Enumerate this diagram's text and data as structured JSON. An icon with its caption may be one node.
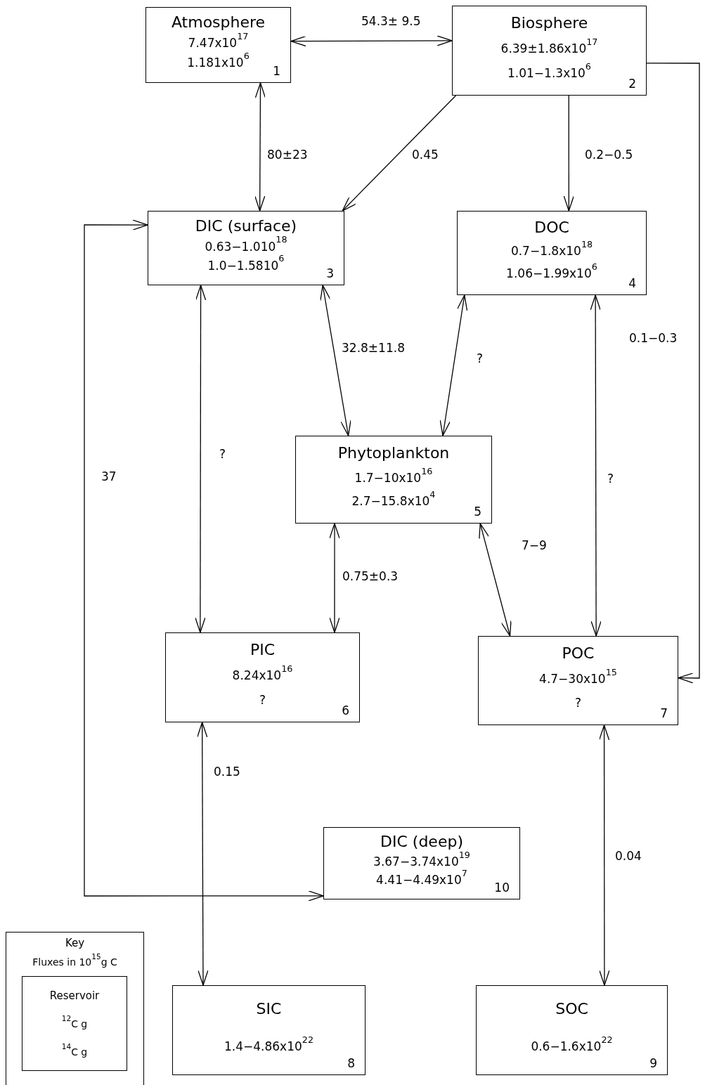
{
  "diagram": {
    "nodes": [
      {
        "text": [
          "Atmosphere",
          "7.47x10$^{17}$",
          "1.181x10$^{6}$",
          "1"
        ]
      },
      {
        "text": [
          "Biosphere",
          "6.39±1.86x10$^{17}$",
          "1.01−1.3x10$^{6}$",
          "2"
        ]
      },
      {
        "text": [
          "DIC (surface)",
          "0.63−1.010$^{18}$",
          "1.0−1.5810$^{6}$",
          "3"
        ]
      },
      {
        "text": [
          "DOC",
          "0.7−1.8x10$^{18}$",
          "1.06−1.99x10$^{6}$",
          "4"
        ]
      },
      {
        "text": [
          "Phytoplankton",
          "1.7−10x10$^{16}$",
          "2.7−15.8x10$^{4}$",
          "5"
        ]
      },
      {
        "text": [
          "PIC",
          "8.24x10$^{16}$",
          "?",
          "6"
        ]
      },
      {
        "text": [
          "POC",
          "4.7−30x10$^{15}$",
          "?",
          "7"
        ]
      },
      {
        "text": [
          "DIC (deep)",
          "3.67−3.74x10$^{19}$",
          "4.41−4.49x10$^{7}$",
          "10"
        ]
      },
      {
        "text": [
          "SIC",
          "1.4−4.86x10$^{22}$",
          "8"
        ]
      },
      {
        "text": [
          "SOC",
          "0.6−1.6x10$^{22}$",
          "9"
        ]
      },
      {
        "text": [
          "Key",
          "Fluxes in 10$^{15}$g C"
        ]
      },
      {
        "text": [
          "Reservoir",
          "$^{12}$C g",
          "$^{14}$C g"
        ],
        "in": 10
      }
    ],
    "edges": [
      {
        "from": 0,
        "to": 1,
        "arrow": "both",
        "label": "54.3± 9.5"
      },
      {
        "from": 0,
        "to": 2,
        "arrow": "both",
        "label": "80±23"
      },
      {
        "from": 1,
        "to": 2,
        "arrow": "to",
        "label": "0.45"
      },
      {
        "from": 1,
        "to": 3,
        "arrow": "to",
        "label": "0.2−0.5"
      },
      {
        "from": 1,
        "to": 6,
        "arrow": "to",
        "label": "0.1−0.3"
      },
      {
        "from": 2,
        "to": 4,
        "arrow": "both",
        "label": "32.8±11.8"
      },
      {
        "from": 3,
        "to": 4,
        "arrow": "both",
        "label": "?"
      },
      {
        "from": 2,
        "to": 5,
        "arrow": "both",
        "label": "?"
      },
      {
        "from": 3,
        "to": 6,
        "arrow": "both",
        "label": "?"
      },
      {
        "from": 4,
        "to": 5,
        "arrow": "both",
        "label": "0.75±0.3"
      },
      {
        "from": 4,
        "to": 6,
        "arrow": "both",
        "label": "7−9"
      },
      {
        "from": 2,
        "to": 7,
        "arrow": "both",
        "label": "37"
      },
      {
        "from": 5,
        "to": 8,
        "arrow": "both",
        "label": "0.15"
      },
      {
        "from": 6,
        "to": 9,
        "arrow": "both",
        "label": "0.04"
      }
    ]
  }
}
